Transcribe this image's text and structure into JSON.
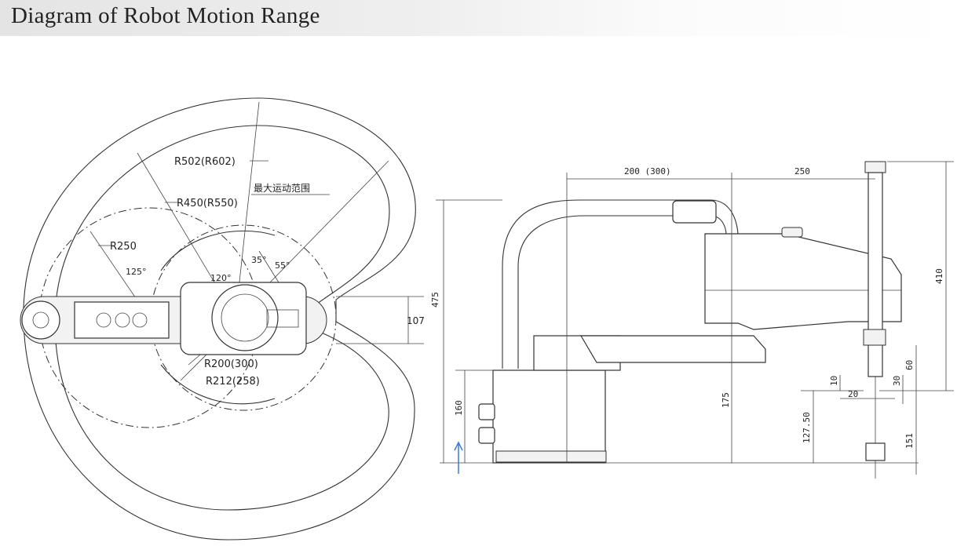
{
  "header": {
    "title": "Diagram of Robot Motion Range"
  },
  "top_view": {
    "labels": {
      "r502": "R502(R602)",
      "r450": "R450(R550)",
      "max_range": "最大运动范围",
      "r250": "R250",
      "r200": "R200(300)",
      "r212": "R212(258)",
      "a125": "125°",
      "a120": "120°",
      "a35": "35°",
      "a55": "55°",
      "d107": "107"
    }
  },
  "side_view": {
    "labels": {
      "d200": "200 (300)",
      "d250": "250",
      "d475": "475",
      "d410": "410",
      "d160": "160",
      "d175": "175",
      "d127": "127.50",
      "d151": "151",
      "d60": "60",
      "d30": "30",
      "d10": "10",
      "d20": "20"
    }
  },
  "colors": {
    "line": "#333333",
    "title_bg": "#e4e4e4",
    "arrow": "#3a7bd5"
  }
}
